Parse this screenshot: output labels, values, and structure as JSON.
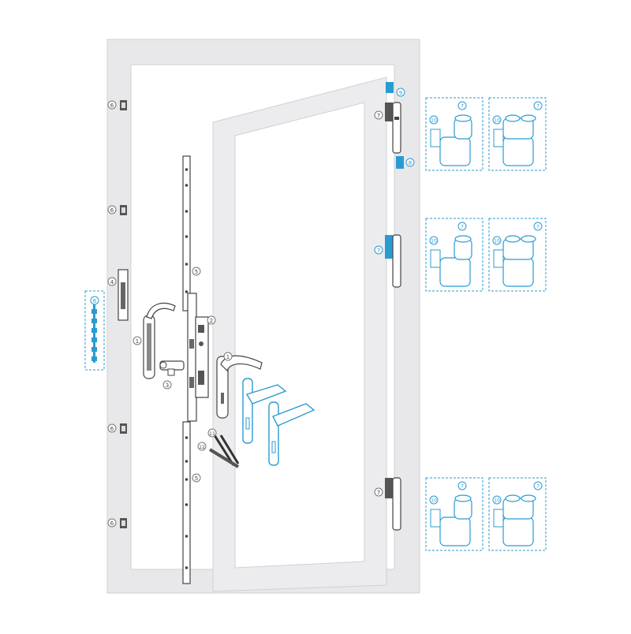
{
  "diagram": {
    "kind": "exploded-door-hardware-diagram",
    "colors": {
      "frame": "#e8e8ea",
      "frame_edge": "#d0d0d4",
      "part": "#ffffff",
      "part_stroke": "#444444",
      "dark_part": "#555555",
      "highlight": "#2a9bd2",
      "callout_circle": "#777777",
      "callout_text": "#444444",
      "dashed_box": "#2a9bd2"
    },
    "callouts": {
      "handle_left": "1",
      "handle_right": "1",
      "lock_case": "2",
      "cylinder": "3",
      "keeper": "4",
      "rod_upper": "5",
      "rod_lower": "5",
      "keeper_strip": "6",
      "keep_1": "6",
      "keep_2": "6",
      "keep_3": "6",
      "keep_4": "6",
      "hinge_top": "7",
      "hinge_mid": "7",
      "hinge_bottom": "7",
      "hinge_cap": "8",
      "hinge_top_cap": "9",
      "spindle_a": "11",
      "spindle_b": "12"
    },
    "hinge_detail_labels": {
      "knuckle": "7",
      "cover": "10"
    }
  }
}
